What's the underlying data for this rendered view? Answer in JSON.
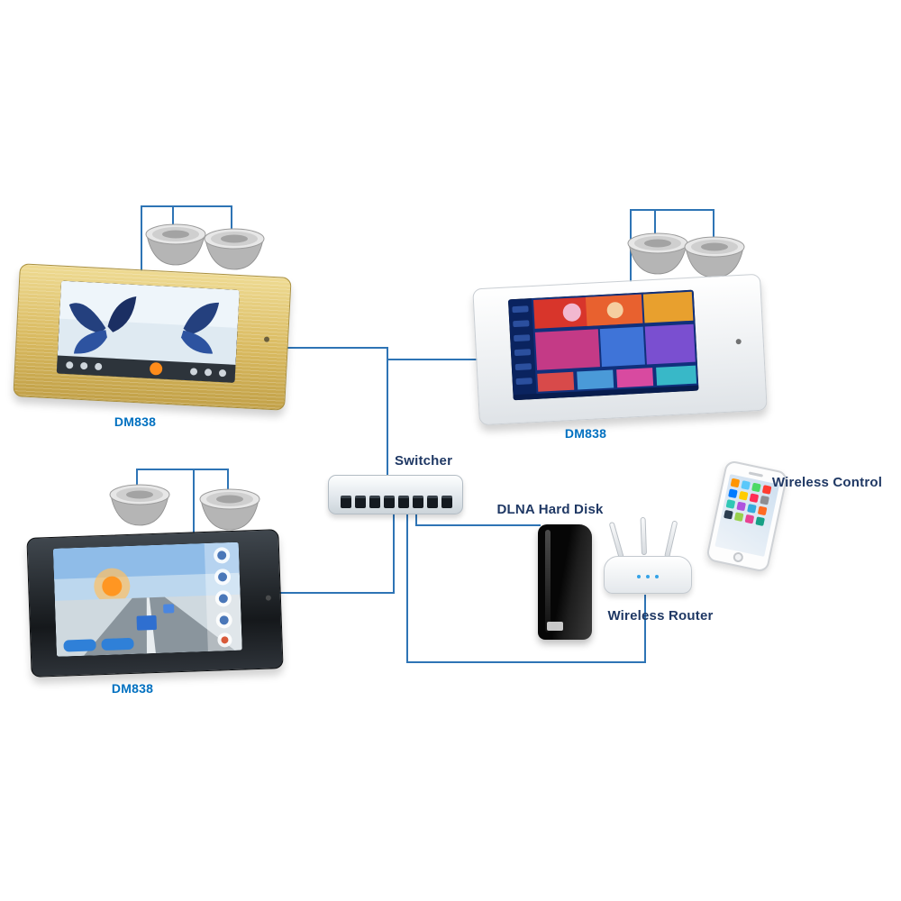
{
  "labels": {
    "panel_gold": "DM838",
    "panel_white": "DM838",
    "panel_black": "DM838",
    "switch": "Switcher",
    "hard_disk": "DLNA Hard Disk",
    "router": "Wireless Router",
    "phone": "Wireless Control"
  },
  "colors": {
    "connection_line": "#2e74b5",
    "model_label": "#0070c0",
    "device_label": "#1f3864",
    "panel_gold_body": "#d9ba60",
    "panel_white_body": "#f2f4f6",
    "panel_black_body": "#1d2124",
    "switch_body": "#eef2f5",
    "hard_disk_body": "#0a0a0a",
    "router_body": "#f4f6f8"
  },
  "diagram": {
    "type": "connection-diagram",
    "nodes": [
      {
        "id": "speakers-top-left",
        "device": "ceiling speaker pair"
      },
      {
        "id": "speakers-top-right",
        "device": "ceiling speaker pair"
      },
      {
        "id": "speakers-bottom-left",
        "device": "ceiling speaker pair"
      },
      {
        "id": "panel-gold",
        "label": "DM838",
        "device": "in-wall touch panel, gold"
      },
      {
        "id": "panel-white",
        "label": "DM838",
        "device": "in-wall touch panel, white"
      },
      {
        "id": "panel-black",
        "label": "DM838",
        "device": "in-wall touch panel, black"
      },
      {
        "id": "switch",
        "label": "Switcher",
        "device": "8-port network switch"
      },
      {
        "id": "hard-disk",
        "label": "DLNA Hard Disk",
        "device": "external hard drive"
      },
      {
        "id": "router",
        "label": "Wireless Router",
        "device": "3-antenna wireless router"
      },
      {
        "id": "phone",
        "label": "Wireless Control",
        "device": "smartphone"
      }
    ],
    "edges": [
      {
        "from": "speakers-top-left",
        "to": "panel-gold"
      },
      {
        "from": "speakers-top-right",
        "to": "panel-white"
      },
      {
        "from": "speakers-bottom-left",
        "to": "panel-black"
      },
      {
        "from": "panel-gold",
        "to": "switch"
      },
      {
        "from": "panel-white",
        "to": "switch"
      },
      {
        "from": "panel-black",
        "to": "switch"
      },
      {
        "from": "switch",
        "to": "hard-disk"
      },
      {
        "from": "switch",
        "to": "router"
      },
      {
        "from": "phone",
        "to": "router",
        "wireless": true
      }
    ]
  }
}
